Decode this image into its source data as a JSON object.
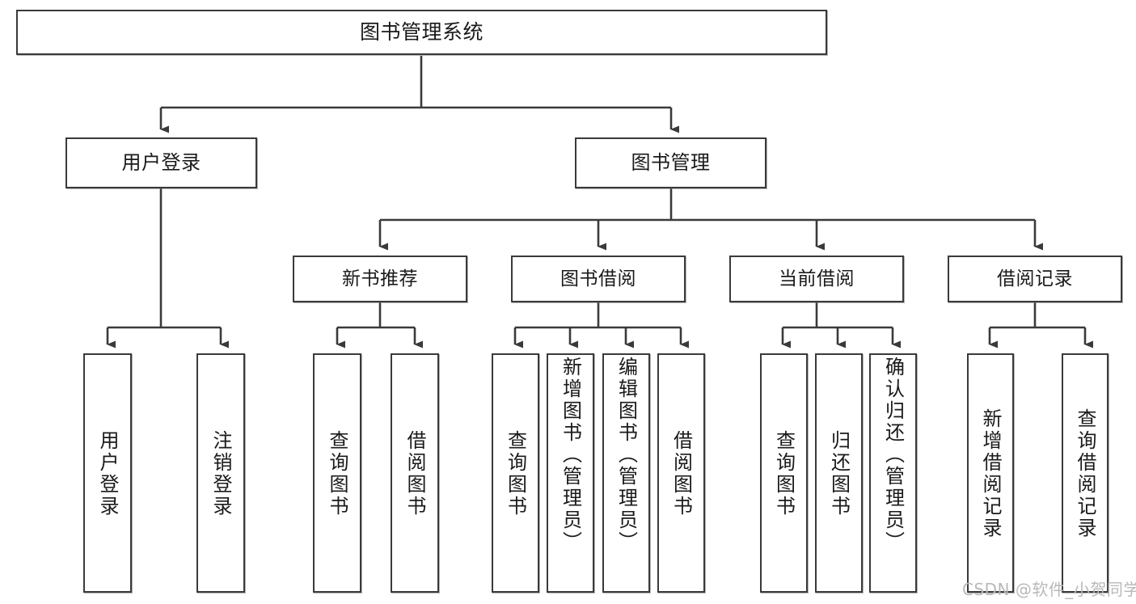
{
  "diagram": {
    "title": "图书管理系统",
    "type": "tree",
    "watermark": "CSDN @软件_小贺同学",
    "colors": {
      "stroke": "#3a3a3a",
      "box_fill": "#ffffff",
      "text": "#1a1a1a",
      "watermark": "#b9b9b9",
      "background": "#ffffff"
    },
    "root": {
      "label": "图书管理系统"
    },
    "level2": [
      {
        "label": "用户登录"
      },
      {
        "label": "图书管理"
      }
    ],
    "level3": [
      {
        "label": "新书推荐"
      },
      {
        "label": "图书借阅"
      },
      {
        "label": "当前借阅"
      },
      {
        "label": "借阅记录"
      }
    ],
    "leaves": {
      "user_login": [
        {
          "label": "用户登录"
        },
        {
          "label": "注销登录"
        }
      ],
      "new_book_recommend": [
        {
          "label": "查询图书"
        },
        {
          "label": "借阅图书"
        }
      ],
      "book_borrow": [
        {
          "label": "查询图书"
        },
        {
          "label": "新增图书（管理员）"
        },
        {
          "label": "编辑图书（管理员）"
        },
        {
          "label": "借阅图书"
        }
      ],
      "current_borrow": [
        {
          "label": "查询图书"
        },
        {
          "label": "归还图书"
        },
        {
          "label": "确认归还（管理员）"
        }
      ],
      "borrow_record": [
        {
          "label": "新增借阅记录"
        },
        {
          "label": "查询借阅记录"
        }
      ]
    }
  }
}
